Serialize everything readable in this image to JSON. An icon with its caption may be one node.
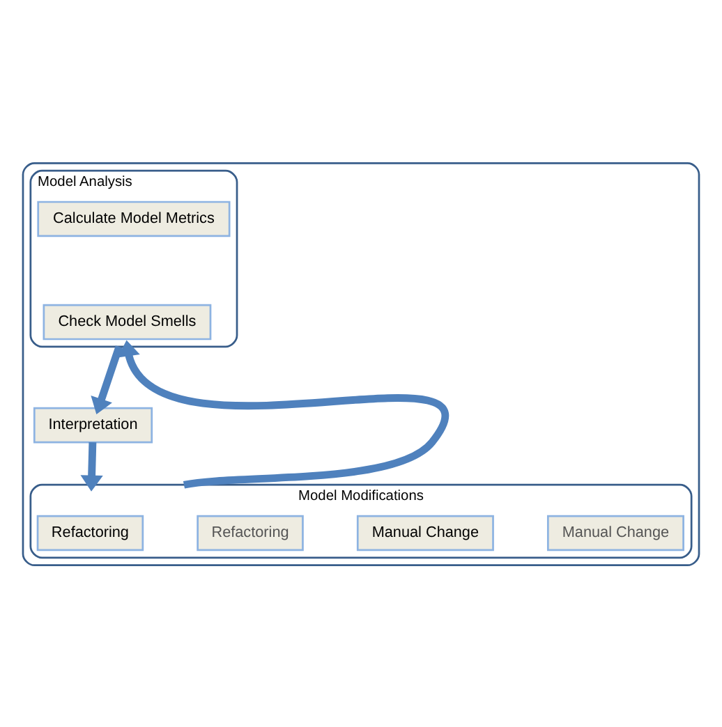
{
  "diagram": {
    "nodes": [
      {
        "text": [],
        "shape": "box"
      },
      {
        "text": [
          "Model Analysis"
        ],
        "in": 0
      },
      {
        "text": [
          "Calculate Model Metrics"
        ],
        "in": 1
      },
      {
        "text": [
          "Check Model Smells"
        ],
        "in": 1
      },
      {
        "text": [
          "Interpretation"
        ],
        "in": 0
      },
      {
        "text": [
          "Model Modifications"
        ],
        "in": 0
      },
      {
        "text": [
          "Refactoring"
        ],
        "in": 5
      },
      {
        "text": [
          "Refactoring"
        ],
        "in": 5
      },
      {
        "text": [
          "Manual Change"
        ],
        "in": 5
      },
      {
        "text": [
          "Manual Change"
        ],
        "in": 5
      }
    ],
    "edges": [
      {
        "from": 1,
        "to": 4,
        "arrow": "to"
      },
      {
        "from": 4,
        "to": 5,
        "arrow": "to"
      },
      {
        "from": 5,
        "to": 1,
        "arrow": "to"
      }
    ]
  }
}
